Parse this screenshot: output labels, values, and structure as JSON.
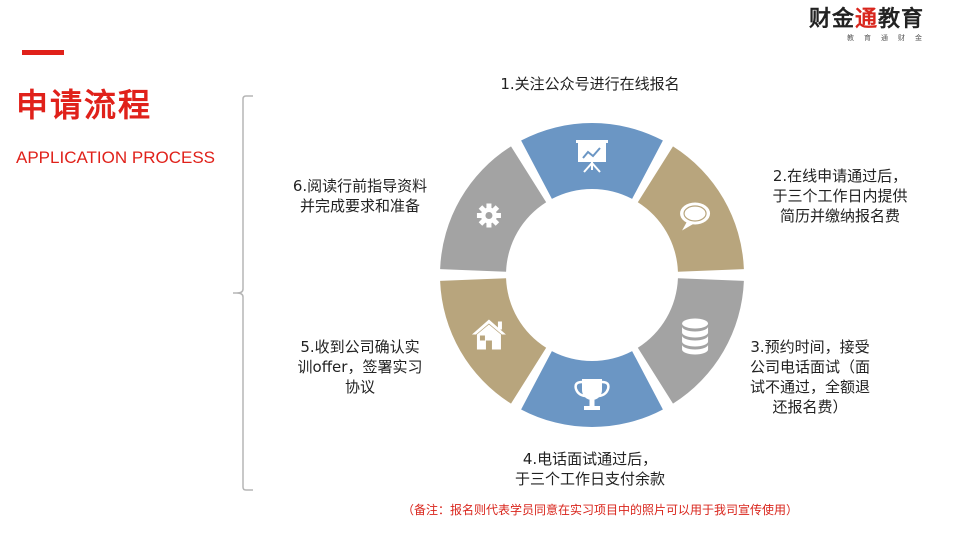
{
  "logo": {
    "part1": "财金",
    "accent": "通",
    "part2": "教育",
    "sub": "教育通财金"
  },
  "header": {
    "title_cn": "申请流程",
    "title_en": "APPLICATION PROCESS"
  },
  "colors": {
    "blue": "#6b96c4",
    "tan": "#b8a57d",
    "gray": "#a3a3a3",
    "red": "#e0211a"
  },
  "wheel": {
    "segments": [
      {
        "step": 1,
        "color": "#6b96c4",
        "icon": "presentation-board-icon"
      },
      {
        "step": 2,
        "color": "#b8a57d",
        "icon": "speech-bubble-icon"
      },
      {
        "step": 3,
        "color": "#a3a3a3",
        "icon": "database-icon"
      },
      {
        "step": 4,
        "color": "#6b96c4",
        "icon": "trophy-icon"
      },
      {
        "step": 5,
        "color": "#b8a57d",
        "icon": "house-icon"
      },
      {
        "step": 6,
        "color": "#a3a3a3",
        "icon": "gear-icon"
      }
    ]
  },
  "steps": [
    {
      "lines": [
        "1.关注公众号进行在线报名"
      ]
    },
    {
      "lines": [
        "2.在线申请通过后，",
        "于三个工作日内提供",
        "简历并缴纳报名费"
      ]
    },
    {
      "lines": [
        "3.预约时间，接受",
        "公司电话面试（面",
        "试不通过，全额退",
        "还报名费）"
      ]
    },
    {
      "lines": [
        "4.电话面试通过后，",
        "于三个工作日支付余款"
      ]
    },
    {
      "lines": [
        "5.收到公司确认实",
        "训offer，签署实习",
        "协议"
      ]
    },
    {
      "lines": [
        "6.阅读行前指导资料",
        "并完成要求和准备"
      ]
    }
  ],
  "note": "（备注：报名则代表学员同意在实习项目中的照片可以用于我司宣传使用）"
}
